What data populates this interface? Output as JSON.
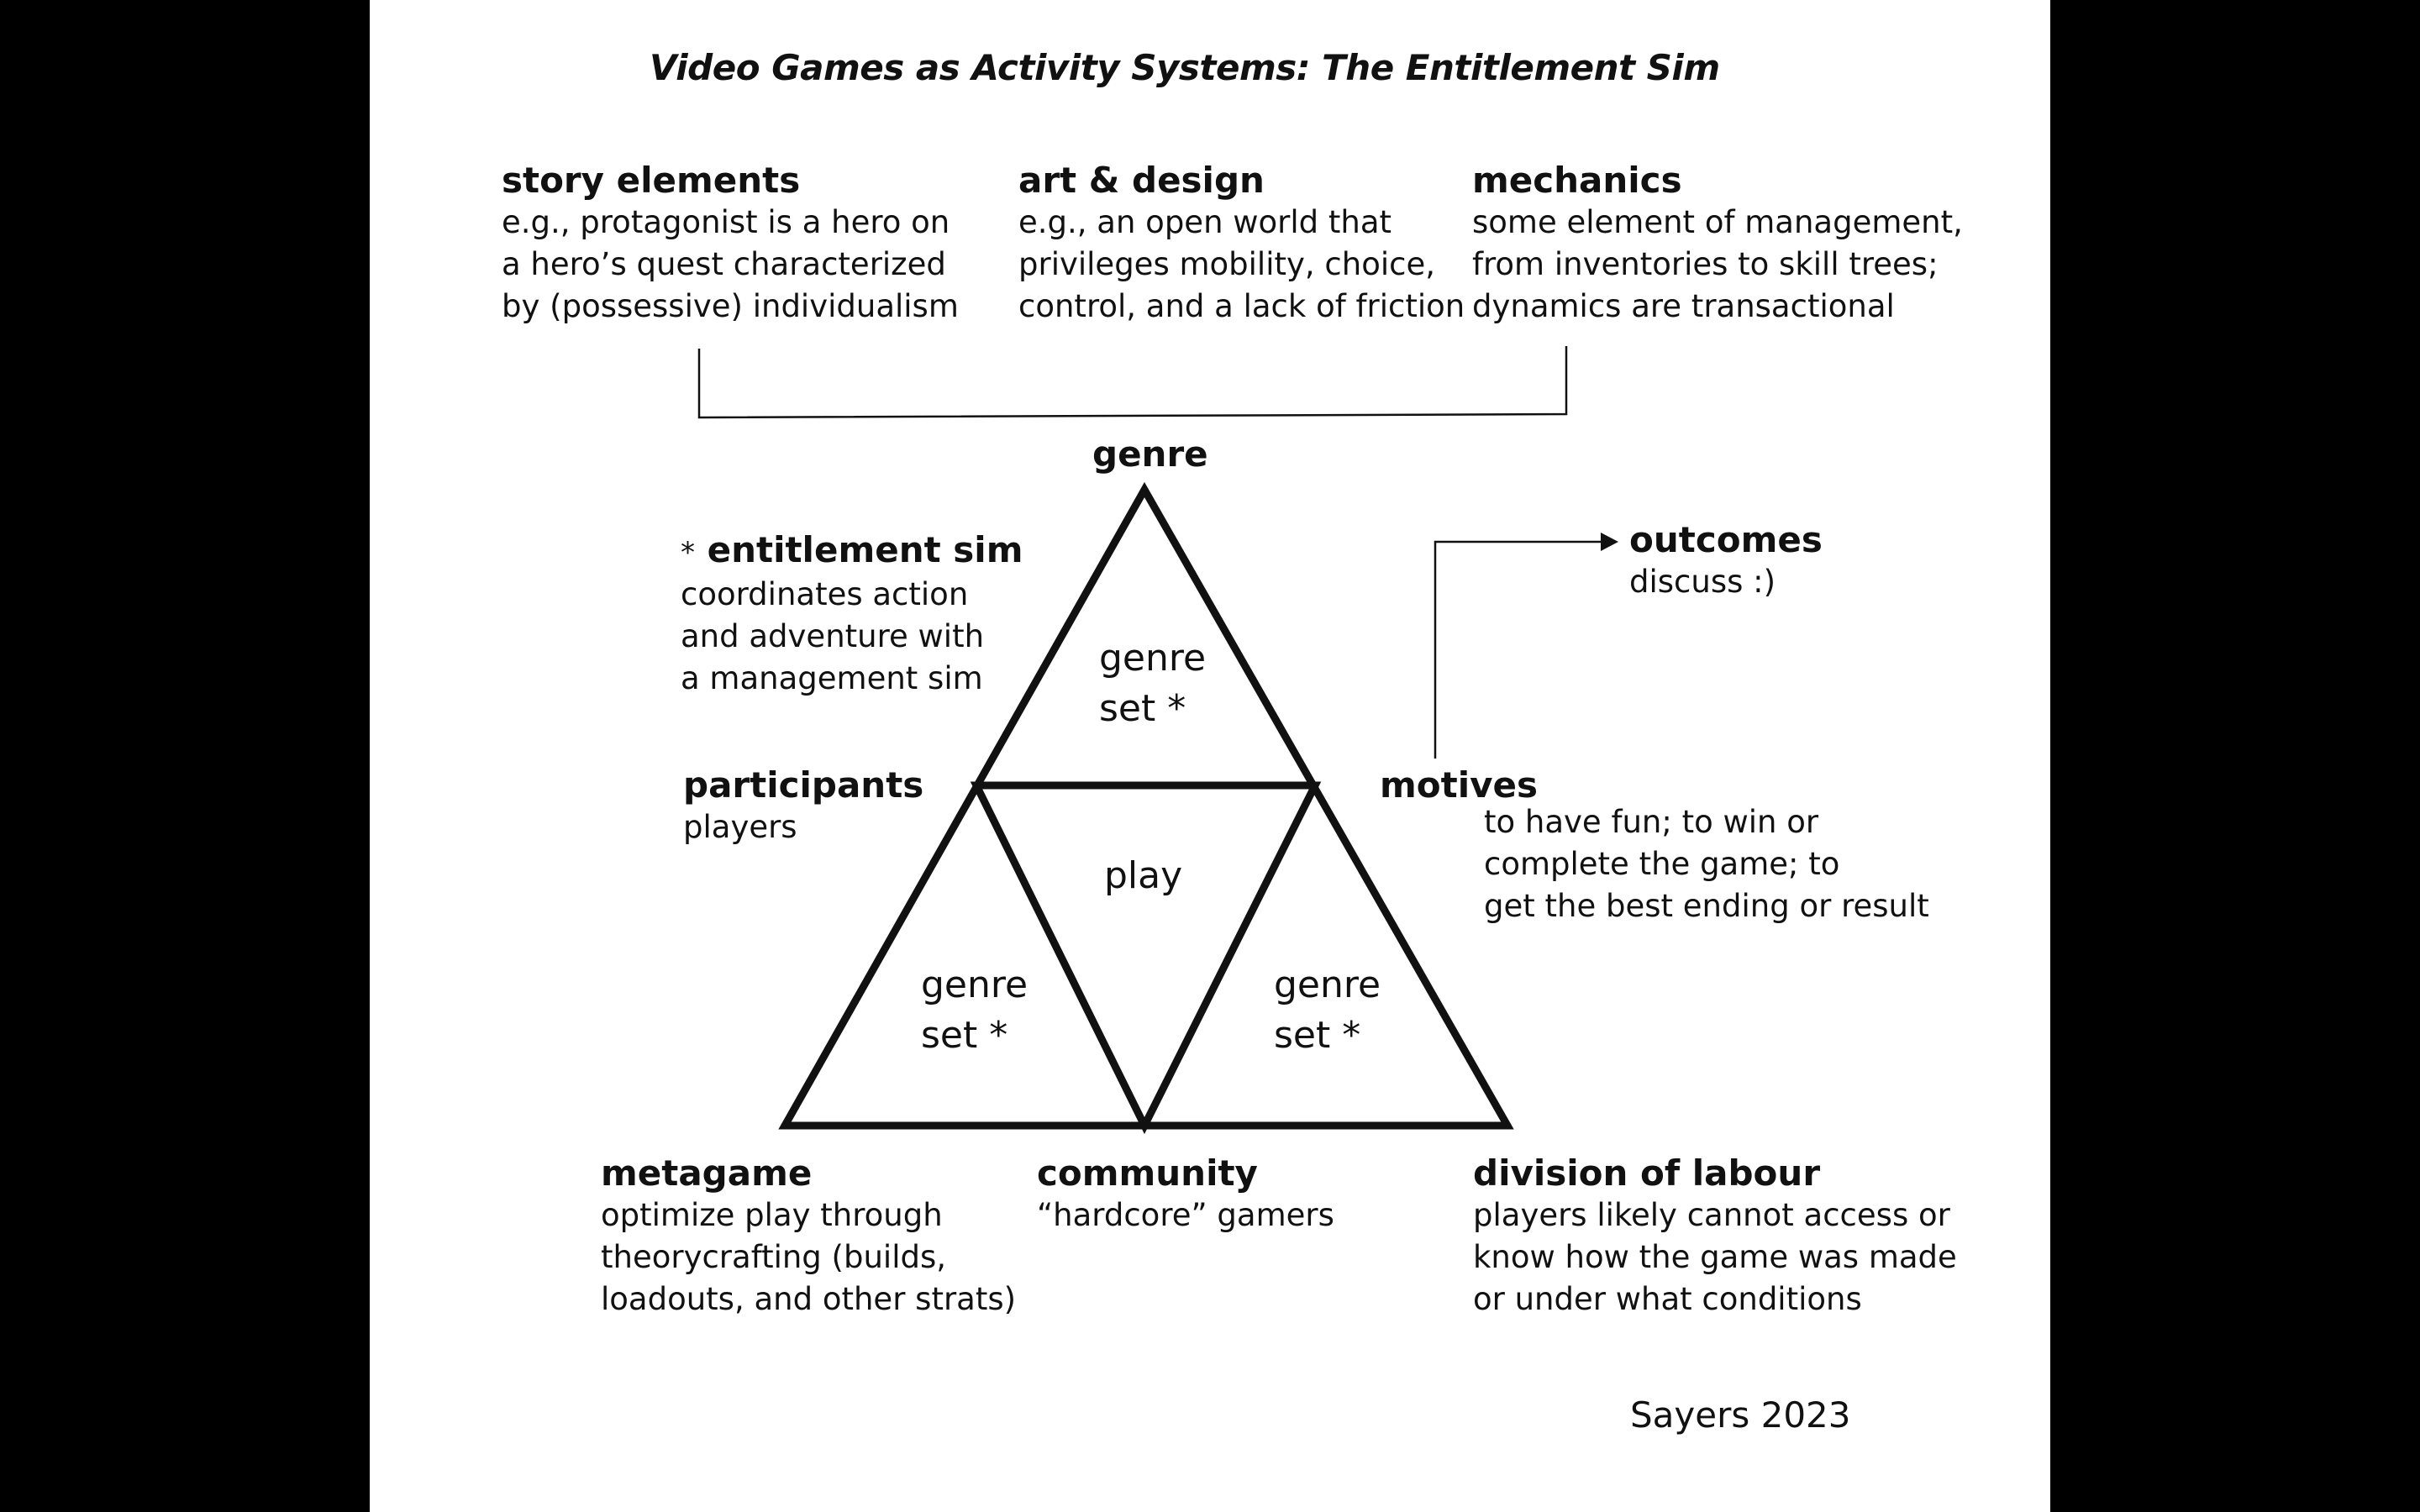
{
  "title": "Video Games as Activity Systems: The Entitlement Sim",
  "columns": [
    {
      "heading": "story elements",
      "lines": [
        "e.g., protagonist is a hero on",
        "a hero’s quest characterized",
        "by (possessive) individualism"
      ]
    },
    {
      "heading": "art & design",
      "lines": [
        "e.g., an open world that",
        "privileges mobility, choice,",
        "control, and a lack of friction"
      ]
    },
    {
      "heading": "mechanics",
      "lines": [
        "some element of management,",
        "from inventories to skill trees;",
        "dynamics are transactional"
      ]
    }
  ],
  "genre": "genre",
  "entitlement": {
    "star": "*",
    "heading": "entitlement sim",
    "lines": [
      "coordinates action",
      "and adventure with",
      "a management sim"
    ]
  },
  "outcomes": {
    "heading": "outcomes",
    "lines": [
      "discuss :)"
    ]
  },
  "participants": {
    "heading": "participants",
    "lines": [
      "players"
    ]
  },
  "motives": {
    "heading": "motives",
    "lines": [
      "to have fun; to win or",
      "complete the game; to",
      "get the best ending or result"
    ]
  },
  "triangle": {
    "top": [
      "genre",
      "set *"
    ],
    "center": "play",
    "left": [
      "genre",
      "set *"
    ],
    "right": [
      "genre",
      "set *"
    ]
  },
  "metagame": {
    "heading": "metagame",
    "lines": [
      "optimize play through",
      "theorycrafting (builds,",
      "loadouts, and other strats)"
    ]
  },
  "community": {
    "heading": "community",
    "lines": [
      "“hardcore” gamers"
    ]
  },
  "division": {
    "heading": "division of labour",
    "lines": [
      "players likely cannot access or",
      "know how the game was made",
      "or under what conditions"
    ]
  },
  "credit": "Sayers 2023"
}
